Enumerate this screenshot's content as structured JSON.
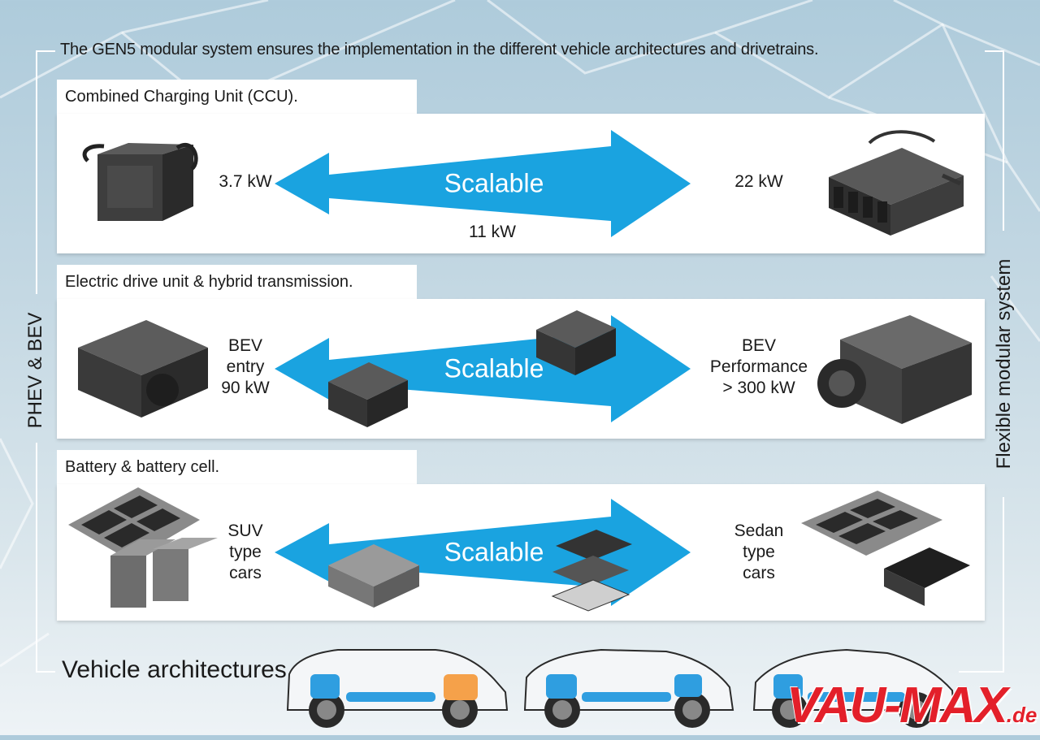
{
  "header": {
    "text": "The GEN5 modular system ensures the implementation in the different vehicle architectures and drivetrains."
  },
  "left_label": "PHEV & BEV",
  "right_label": "Flexible modular system",
  "panels": [
    {
      "title": "Combined Charging Unit (CCU).",
      "arrow_label": "Scalable",
      "left_value": [
        "3.7 kW"
      ],
      "middle_value": "11 kW",
      "right_value": [
        "22 kW"
      ]
    },
    {
      "title": "Electric drive unit & hybrid transmission.",
      "arrow_label": "Scalable",
      "left_value": [
        "BEV",
        "entry",
        "90 kW"
      ],
      "right_value": [
        "BEV",
        "Performance",
        "> 300 kW"
      ]
    },
    {
      "title": "Battery & battery cell.",
      "arrow_label": "Scalable",
      "left_value": [
        "SUV",
        "type",
        "cars"
      ],
      "right_value": [
        "Sedan",
        "type",
        "cars"
      ]
    }
  ],
  "vehicle_architectures_label": "Vehicle architectures",
  "watermark": {
    "brand": "VAU-MAX",
    "tld": ".de"
  },
  "colors": {
    "arrow": "#1aa3e0",
    "background": "#c4d8e3",
    "panel": "#ffffff",
    "component_highlight": "#2f9ee0",
    "rear_motor_highlight": "#f5a14a",
    "watermark": "#e3202a"
  }
}
